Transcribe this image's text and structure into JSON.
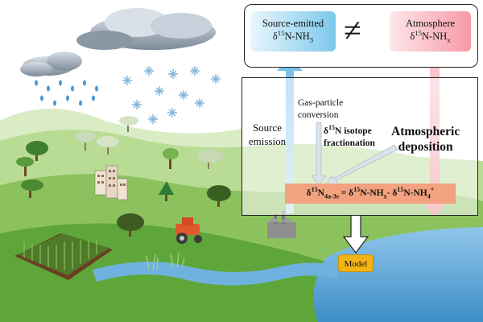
{
  "source_box": {
    "line1": "Source-emitted",
    "line2_pre": "δ",
    "line2_sup": "15",
    "line2_main": "N-NH",
    "line2_sub": "3"
  },
  "atmosphere_box": {
    "line1": "Atmosphere",
    "line2_pre": "δ",
    "line2_sup": "15",
    "line2_main": "N-NH",
    "line2_sub": "x"
  },
  "not_equal_symbol": "≠",
  "source_emission": {
    "line1": "Source",
    "line2": "emission"
  },
  "gas_particle": {
    "line1": "Gas-particle",
    "line2": "conversion"
  },
  "fractionation": {
    "pre": "δ",
    "sup": "15",
    "main": "N isotope",
    "line2": "fractionation"
  },
  "atmospheric_deposition": {
    "line1": "Atmospheric",
    "line2": "deposition"
  },
  "equation": {
    "pre": "δ",
    "sup1": "15",
    "n": "N",
    "sub1": "4a-3s",
    "eq": " = δ",
    "sup2": "15",
    "mid": "N-NH",
    "sub2": "x",
    "minus": "- δ",
    "sup3": "15",
    "end": "N-NH",
    "sub3": "4",
    "sup4": "+"
  },
  "model_label": "Model",
  "colors": {
    "blue_arrow": "#7fc4ea",
    "red_arrow": "#f4a0aa",
    "gray_arrow": "#a9c2d8",
    "equation_bg": "#f2a27f",
    "model_bg": "#f2b316"
  }
}
